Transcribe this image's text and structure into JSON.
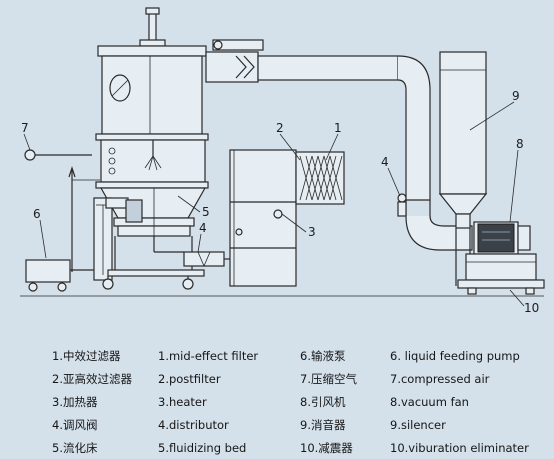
{
  "callouts": [
    {
      "id": "1",
      "text": "1"
    },
    {
      "id": "2",
      "text": "2"
    },
    {
      "id": "3",
      "text": "3"
    },
    {
      "id": "4a",
      "text": "4"
    },
    {
      "id": "4b",
      "text": "4"
    },
    {
      "id": "5",
      "text": "5"
    },
    {
      "id": "6",
      "text": "6"
    },
    {
      "id": "7",
      "text": "7"
    },
    {
      "id": "8",
      "text": "8"
    },
    {
      "id": "9",
      "text": "9"
    },
    {
      "id": "10",
      "text": "10"
    }
  ],
  "legend": {
    "col1": [
      "1.中效过滤器",
      "2.亚高效过滤器",
      "3.加热器",
      "4.调风阀",
      "5.流化床"
    ],
    "col2": [
      "1.mid-effect filter",
      "2.postfilter",
      "3.heater",
      "4.distributor",
      "5.fluidizing bed"
    ],
    "col3": [
      "6.输液泵",
      "7.压缩空气",
      "8.引风机",
      "9.消音器",
      "10.减震器"
    ],
    "col4": [
      "6. liquid feeding pump",
      "7.compressed air",
      "8.vacuum fan",
      "9.silencer",
      "10.viburation eliminater"
    ]
  }
}
